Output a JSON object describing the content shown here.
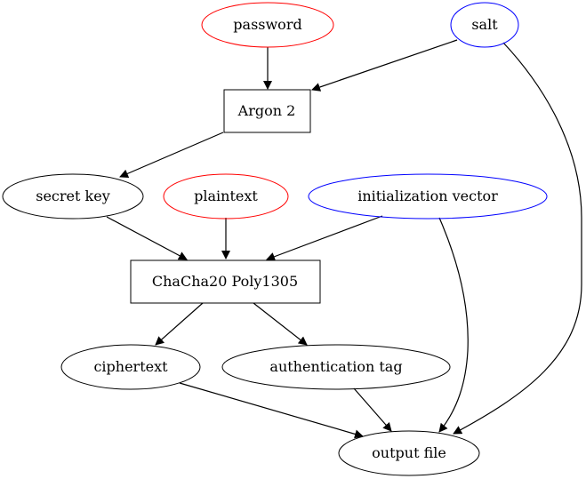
{
  "colors": {
    "black": "#000000",
    "red": "#ff0000",
    "blue": "#0000ff",
    "background": "#ffffff"
  },
  "nodes": {
    "password": {
      "label": "password",
      "shape": "ellipse",
      "color": "red"
    },
    "salt": {
      "label": "salt",
      "shape": "ellipse",
      "color": "blue"
    },
    "argon2": {
      "label": "Argon 2",
      "shape": "box",
      "color": "black"
    },
    "secret_key": {
      "label": "secret key",
      "shape": "ellipse",
      "color": "black"
    },
    "plaintext": {
      "label": "plaintext",
      "shape": "ellipse",
      "color": "red"
    },
    "iv": {
      "label": "initialization vector",
      "shape": "ellipse",
      "color": "blue"
    },
    "chacha": {
      "label": "ChaCha20 Poly1305",
      "shape": "box",
      "color": "black"
    },
    "ciphertext": {
      "label": "ciphertext",
      "shape": "ellipse",
      "color": "black"
    },
    "auth_tag": {
      "label": "authentication tag",
      "shape": "ellipse",
      "color": "black"
    },
    "output_file": {
      "label": "output file",
      "shape": "ellipse",
      "color": "black"
    }
  },
  "edges": [
    {
      "from": "password",
      "to": "argon2"
    },
    {
      "from": "salt",
      "to": "argon2"
    },
    {
      "from": "salt",
      "to": "output_file"
    },
    {
      "from": "argon2",
      "to": "secret_key"
    },
    {
      "from": "secret_key",
      "to": "chacha"
    },
    {
      "from": "plaintext",
      "to": "chacha"
    },
    {
      "from": "iv",
      "to": "chacha"
    },
    {
      "from": "iv",
      "to": "output_file"
    },
    {
      "from": "chacha",
      "to": "ciphertext"
    },
    {
      "from": "chacha",
      "to": "auth_tag"
    },
    {
      "from": "ciphertext",
      "to": "output_file"
    },
    {
      "from": "auth_tag",
      "to": "output_file"
    }
  ]
}
